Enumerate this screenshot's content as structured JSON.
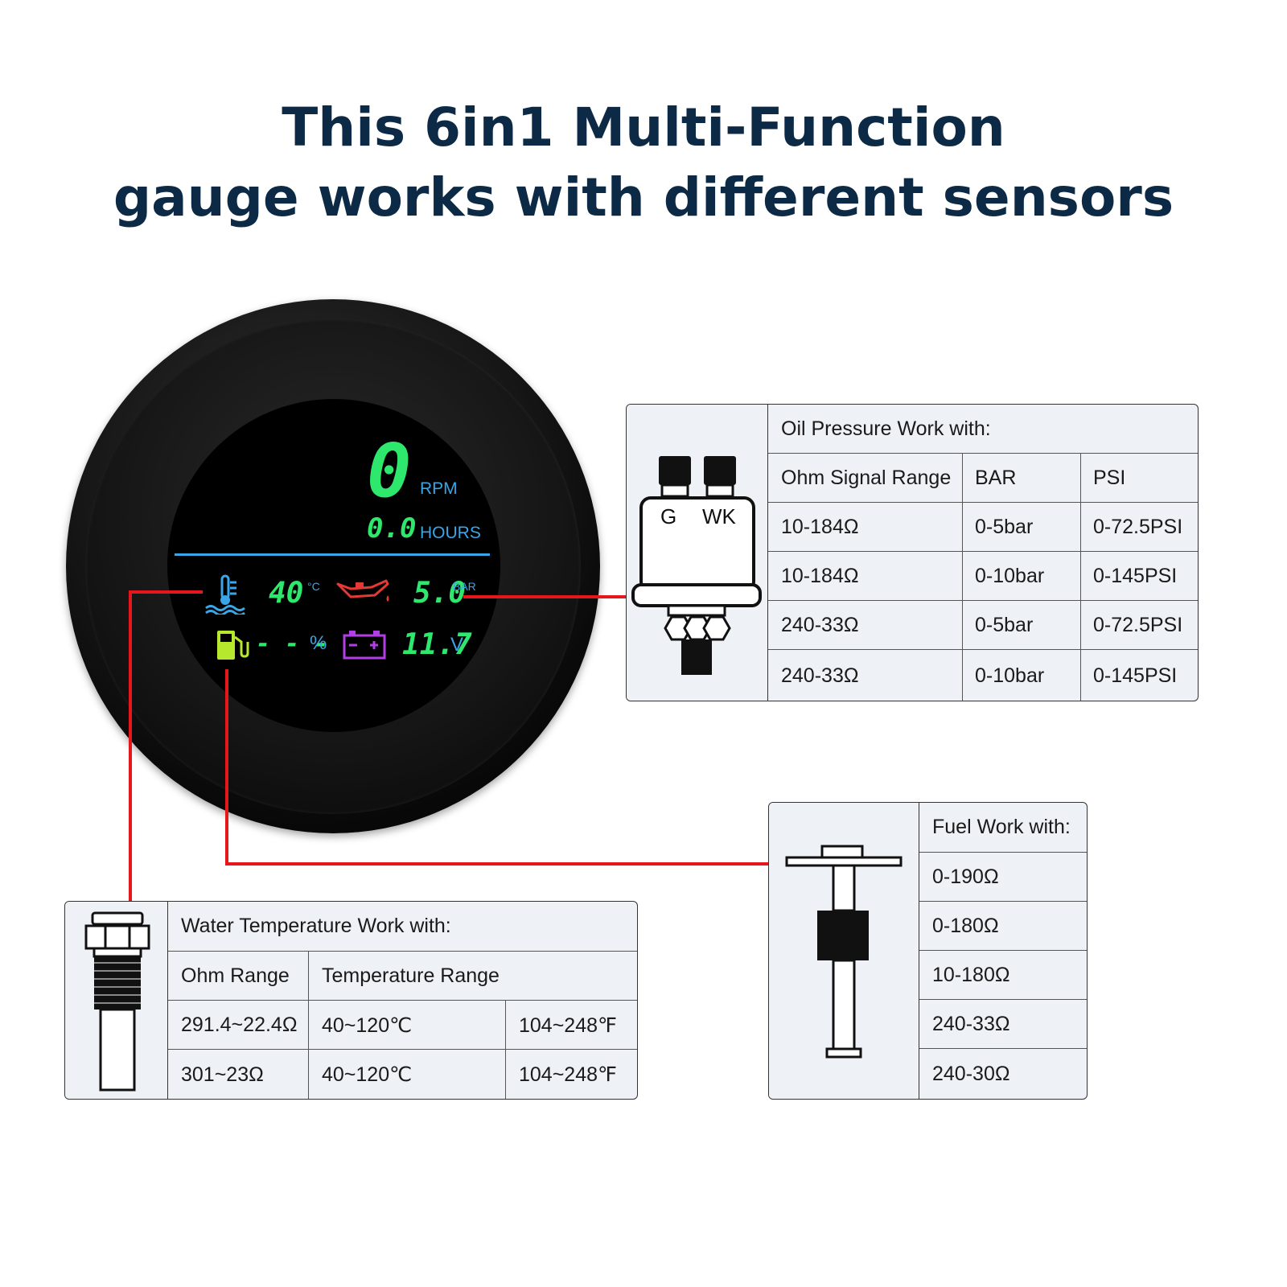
{
  "headline": {
    "line1": "This 6in1 Multi-Function",
    "line2": "gauge works with different sensors"
  },
  "gauge": {
    "rpm_value": "0",
    "rpm_unit": "RPM",
    "hours_value": "0.0",
    "hours_unit": "HOURS",
    "water_temp_value": "40",
    "water_temp_unit": "°C",
    "oil_pressure_value": "5.0",
    "oil_pressure_unit": "BAR",
    "fuel_value": "- - -",
    "fuel_unit": "%",
    "voltage_value": "11.7",
    "voltage_unit": "V",
    "colors": {
      "digits": "#2ee86e",
      "labels": "#3aa6e8",
      "oil_icon": "#e53935",
      "fuel_icon": "#b6e82e",
      "battery_icon": "#b23ee6"
    }
  },
  "oil_table": {
    "title": "Oil Pressure Work with:",
    "sensor_terminals": [
      "G",
      "WK"
    ],
    "headers": [
      "Ohm Signal Range",
      "BAR",
      "PSI"
    ],
    "rows": [
      [
        "10-184Ω",
        "0-5bar",
        "0-72.5PSI"
      ],
      [
        "10-184Ω",
        "0-10bar",
        "0-145PSI"
      ],
      [
        "240-33Ω",
        "0-5bar",
        "0-72.5PSI"
      ],
      [
        "240-33Ω",
        "0-10bar",
        "0-145PSI"
      ]
    ]
  },
  "fuel_table": {
    "title": "Fuel Work with:",
    "rows": [
      "0-190Ω",
      "0-180Ω",
      "10-180Ω",
      "240-33Ω",
      "240-30Ω"
    ]
  },
  "water_table": {
    "title": "Water Temperature Work with:",
    "headers": [
      "Ohm Range",
      "Temperature Range",
      ""
    ],
    "rows": [
      [
        "291.4~22.4Ω",
        "40~120℃",
        "104~248℉"
      ],
      [
        "301~23Ω",
        "40~120℃",
        "104~248℉"
      ]
    ]
  },
  "wire_color": "#e5171c"
}
